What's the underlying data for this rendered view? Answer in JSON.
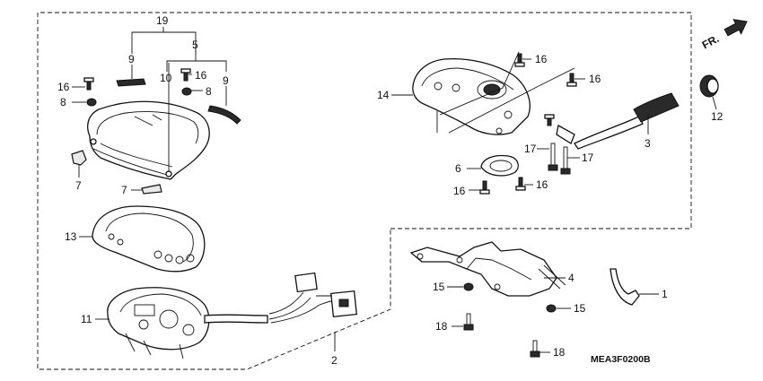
{
  "diagram": {
    "part_labels": {
      "p1": "1",
      "p2": "2",
      "p3": "3",
      "p4": "4",
      "p5": "5",
      "p6": "6",
      "p7": "7",
      "p8": "8",
      "p9": "9",
      "p10": "10",
      "p11": "11",
      "p12": "12",
      "p13": "13",
      "p14": "14",
      "p15": "15",
      "p16": "16",
      "p17": "17",
      "p18": "18",
      "p19": "19"
    },
    "direction_label": "FR.",
    "diagram_code": "MEA3F0200B"
  }
}
